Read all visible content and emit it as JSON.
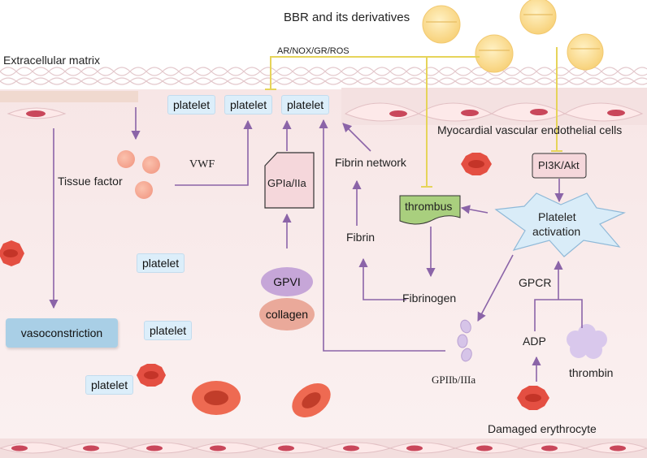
{
  "labels": {
    "bbr": "BBR and its derivatives",
    "ecm": "Extracellular matrix",
    "ar_path": "AR/NOX/GR/ROS",
    "myocardial": "Myocardial vascular endothelial cells",
    "tissue_factor": "Tissue factor",
    "vwf": "VWF",
    "gpia": "GPIa/IIa",
    "fibrin_network": "Fibrin network",
    "pi3k": "PI3K/Akt",
    "thrombus": "thrombus",
    "platelet_activation_1": "Platelet",
    "platelet_activation_2": "activation",
    "fibrin": "Fibrin",
    "fibrinogen": "Fibrinogen",
    "gpvi": "GPVI",
    "collagen": "collagen",
    "gpcr": "GPCR",
    "adp": "ADP",
    "thrombin": "thrombin",
    "gpiib": "GPIIb/IIIa",
    "damaged_erythrocyte": "Damaged erythrocyte",
    "vasoconstriction": "vasoconstriction"
  },
  "platelets": [
    "platelet",
    "platelet",
    "platelet",
    "platelet",
    "platelet",
    "platelet"
  ],
  "colors": {
    "arrow": "#8b64a8",
    "inhibit": "#e6d45a",
    "tablet": "#fbdc8f",
    "rbc": "#e55a4c",
    "platelet_box": "#dceefa",
    "thrombus_fill": "#a9cf7e",
    "gpvi_fill": "#c6a6d8",
    "collagen_fill": "#eaa99a",
    "pi3k_fill": "#f5d7db",
    "vessel_bg": "#fbefef"
  }
}
